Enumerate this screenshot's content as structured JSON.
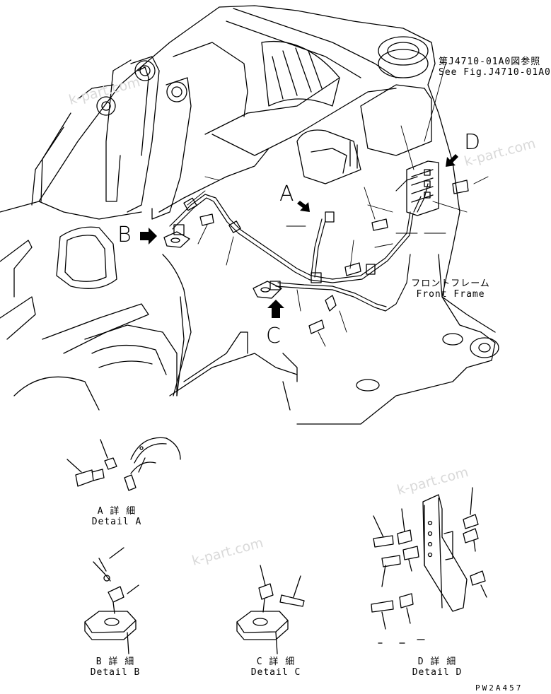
{
  "watermarks": [
    "k-part.com",
    "k-part.com",
    "k-part.com",
    "k-part.com"
  ],
  "reference": {
    "jp": "第J4710-01A0図参照",
    "en": "See Fig.J4710-01A0"
  },
  "front_frame": {
    "jp": "フロントフレーム",
    "en": "Front Frame"
  },
  "view_labels": {
    "a": "A",
    "b": "B",
    "c": "C",
    "d": "D"
  },
  "details": {
    "a": {
      "jp": "A 詳 細",
      "en": "Detail A"
    },
    "b": {
      "jp": "B 詳 細",
      "en": "Detail B"
    },
    "c": {
      "jp": "C 詳 細",
      "en": "Detail C"
    },
    "d": {
      "jp": "D 詳 細",
      "en": "Detail D"
    }
  },
  "drawing_code": "PW2A457"
}
